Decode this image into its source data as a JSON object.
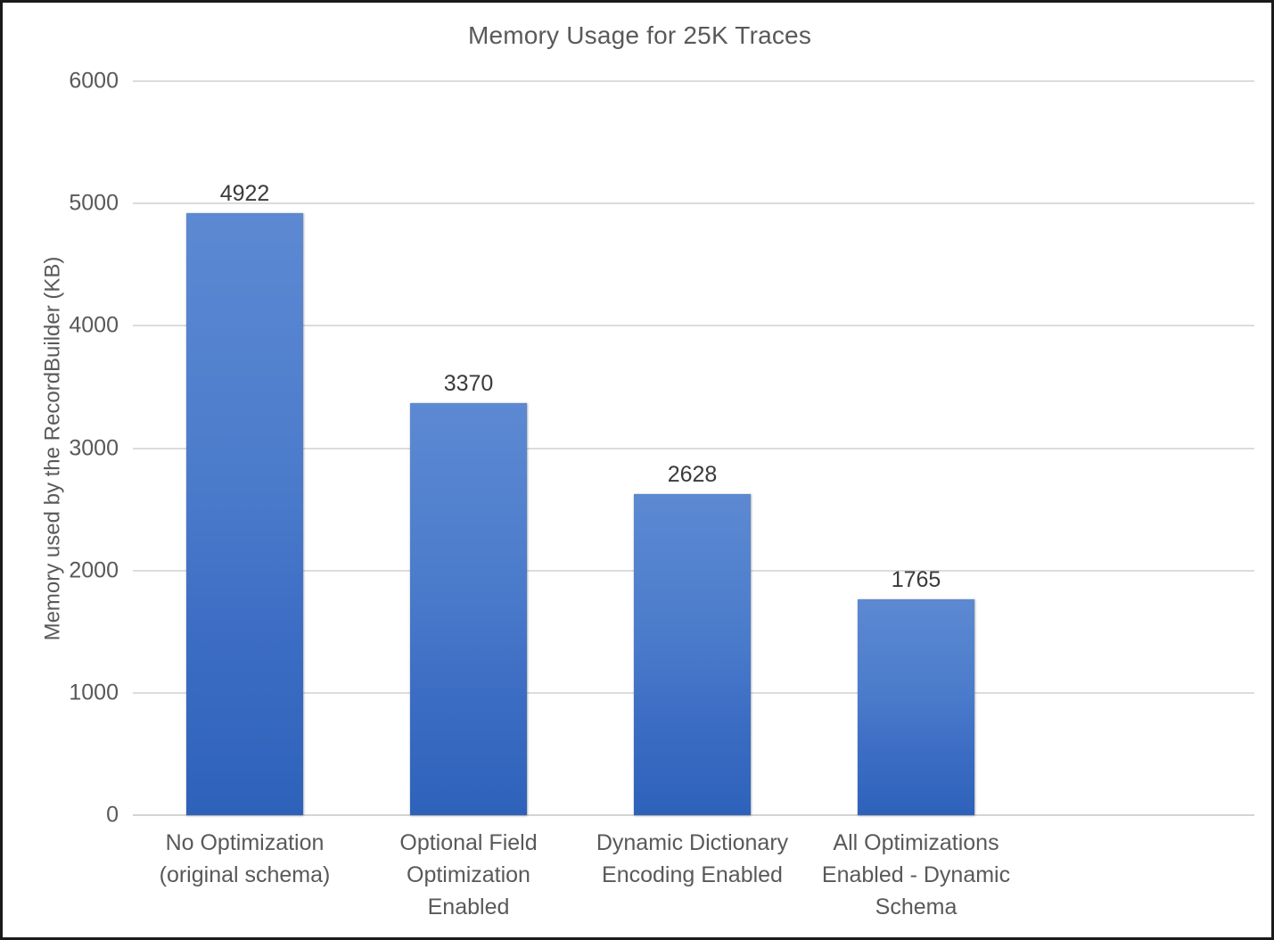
{
  "chart_data": {
    "type": "bar",
    "title": "Memory Usage for 25K Traces",
    "xlabel": "",
    "ylabel": "Memory used by the RecordBuilder (KB)",
    "ylim": [
      0,
      6000
    ],
    "ytick_values": [
      6000,
      5000,
      4000,
      3000,
      2000,
      1000,
      0
    ],
    "ytick_labels": [
      "6000",
      "5000",
      "4000",
      "3000",
      "2000",
      "1000",
      "0"
    ],
    "grid": true,
    "legend": false,
    "legend_position": "none",
    "categories": [
      "No Optimization (original schema)",
      "Optional Field Optimization Enabled",
      "Dynamic Dictionary Encoding Enabled",
      "All Optimizations Enabled - Dynamic Schema"
    ],
    "category_lines": [
      [
        "No Optimization",
        "(original schema)"
      ],
      [
        "Optional Field",
        "Optimization",
        "Enabled"
      ],
      [
        "Dynamic Dictionary",
        "Encoding Enabled"
      ],
      [
        "All Optimizations",
        "Enabled - Dynamic",
        "Schema"
      ]
    ],
    "values": [
      4922,
      3370,
      2628,
      1765
    ],
    "data_labels": [
      "4922",
      "3370",
      "2628",
      "1765"
    ],
    "series_name": "Memory used by the RecordBuilder (KB)"
  },
  "style": {
    "bar_color_top": "#5d89d2",
    "bar_color_bottom": "#2e62ba",
    "gridline_color": "#dcdcdc",
    "title_color": "#595959",
    "axis_text_color": "#595959",
    "data_label_color": "#3a3a3a",
    "background": "#ffffff",
    "border_color": "#1a1a1a"
  }
}
